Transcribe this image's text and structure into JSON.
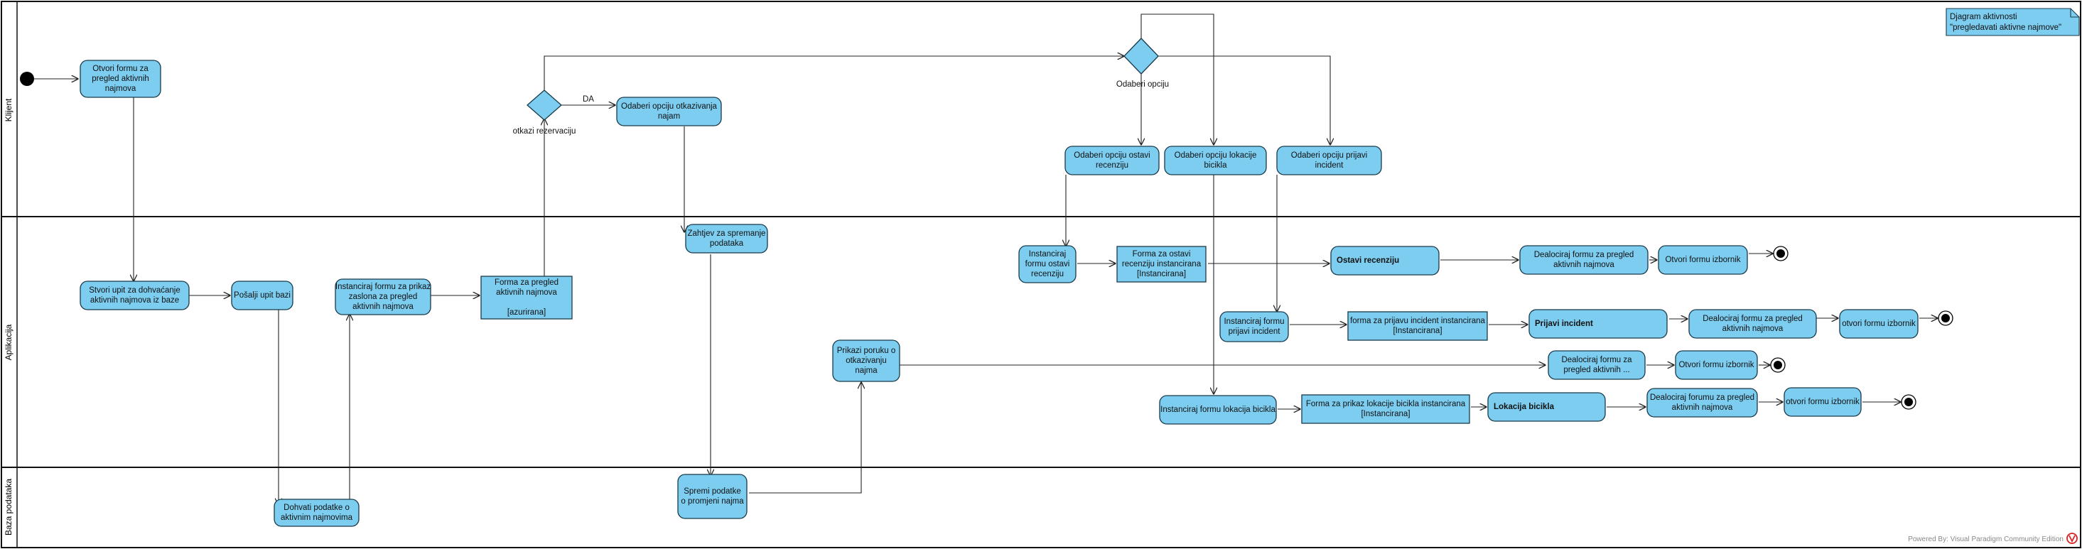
{
  "lanes": [
    {
      "id": "klijent",
      "label": "Klijent"
    },
    {
      "id": "aplikacija",
      "label": "Aplikacija"
    },
    {
      "id": "baza",
      "label": "Baza podataka"
    }
  ],
  "note": {
    "lines": [
      "Djagram aktivnosti",
      "\"pregledavati aktivne najmove\""
    ]
  },
  "decisions": {
    "otkazi": "otkazi rezervaciju",
    "odaberi": "Odaberi opciju",
    "da": "DA"
  },
  "nodes": [
    {
      "id": "n1",
      "kind": "action",
      "lines": [
        "Otvori formu za",
        "pregled aktivnih",
        "najmova"
      ]
    },
    {
      "id": "n2",
      "kind": "action",
      "lines": [
        "Stvori upit za dohvaćanje",
        "aktivnih najmova iz baze"
      ]
    },
    {
      "id": "n3",
      "kind": "action",
      "lines": [
        "Pošalji upit bazi"
      ]
    },
    {
      "id": "n4",
      "kind": "action",
      "lines": [
        "Dohvati podatke o",
        "aktivnim najmovima"
      ]
    },
    {
      "id": "n5",
      "kind": "action",
      "lines": [
        "Instanciraj formu za prikaz",
        "zaslona za pregled",
        "aktivnih najmova"
      ]
    },
    {
      "id": "n6",
      "kind": "object",
      "lines": [
        "Forma za pregled",
        "aktivnih najmova",
        "",
        "[azurirana]"
      ]
    },
    {
      "id": "n7",
      "kind": "action",
      "lines": [
        "Odaberi opciju otkazivanja",
        "najam"
      ]
    },
    {
      "id": "n8",
      "kind": "action",
      "lines": [
        "Zahtjev za spremanje",
        "podataka"
      ]
    },
    {
      "id": "n9",
      "kind": "action",
      "lines": [
        "Spremi podatke",
        "o promjeni najma"
      ]
    },
    {
      "id": "n10",
      "kind": "action",
      "lines": [
        "Prikazi poruku o",
        "otkazivanju",
        "najma"
      ]
    },
    {
      "id": "n11",
      "kind": "action",
      "lines": [
        "Odaberi opciju ostavi",
        "recenziju"
      ]
    },
    {
      "id": "n12",
      "kind": "action",
      "lines": [
        "Odaberi opciju lokacije",
        "bicikla"
      ]
    },
    {
      "id": "n13",
      "kind": "action",
      "lines": [
        "Odaberi opciju prijavi",
        "incident"
      ]
    },
    {
      "id": "n14",
      "kind": "action",
      "lines": [
        "Instanciraj",
        "formu ostavi",
        "recenziju"
      ]
    },
    {
      "id": "n15",
      "kind": "object",
      "lines": [
        "Forma za ostavi",
        "recenziju instancirana",
        "[Instancirana]"
      ]
    },
    {
      "id": "n16",
      "kind": "action",
      "bold": true,
      "lines": [
        "Ostavi recenziju"
      ]
    },
    {
      "id": "n17",
      "kind": "action",
      "lines": [
        "Dealociraj formu za pregled",
        "aktivnih najmova"
      ]
    },
    {
      "id": "n18",
      "kind": "action",
      "lines": [
        "Otvori formu izbornik"
      ]
    },
    {
      "id": "n19",
      "kind": "action",
      "lines": [
        "Instanciraj formu",
        "prijavi incident"
      ]
    },
    {
      "id": "n20",
      "kind": "object",
      "lines": [
        "forma za prijavu incident instancirana",
        "[Instancirana]"
      ]
    },
    {
      "id": "n21",
      "kind": "action",
      "bold": true,
      "lines": [
        "Prijavi incident"
      ]
    },
    {
      "id": "n22",
      "kind": "action",
      "lines": [
        "Dealociraj formu za pregled",
        "aktivnih najmova"
      ]
    },
    {
      "id": "n23",
      "kind": "action",
      "lines": [
        "otvori formu izbornik"
      ]
    },
    {
      "id": "n24",
      "kind": "action",
      "lines": [
        "Dealociraj formu za",
        "pregled aktivnih ..."
      ]
    },
    {
      "id": "n25",
      "kind": "action",
      "lines": [
        "Otvori formu izbornik"
      ]
    },
    {
      "id": "n26",
      "kind": "action",
      "lines": [
        "Instanciraj formu lokacija bicikla"
      ]
    },
    {
      "id": "n27",
      "kind": "object",
      "lines": [
        "Forma za prikaz lokacije bicikla instancirana",
        "[Instancirana]"
      ]
    },
    {
      "id": "n28",
      "kind": "action",
      "bold": true,
      "lines": [
        "Lokacija bicikla"
      ]
    },
    {
      "id": "n29",
      "kind": "action",
      "lines": [
        "Dealociraj forumu za pregled",
        "aktivnih najmova"
      ]
    },
    {
      "id": "n30",
      "kind": "action",
      "lines": [
        "otvori formu izbornik"
      ]
    }
  ],
  "watermark": "Powered By: Visual Paradigm Community Edition",
  "colors": {
    "node_fill": "#7ccdf0",
    "node_stroke": "#1a3a4a",
    "edge": "#222222"
  }
}
